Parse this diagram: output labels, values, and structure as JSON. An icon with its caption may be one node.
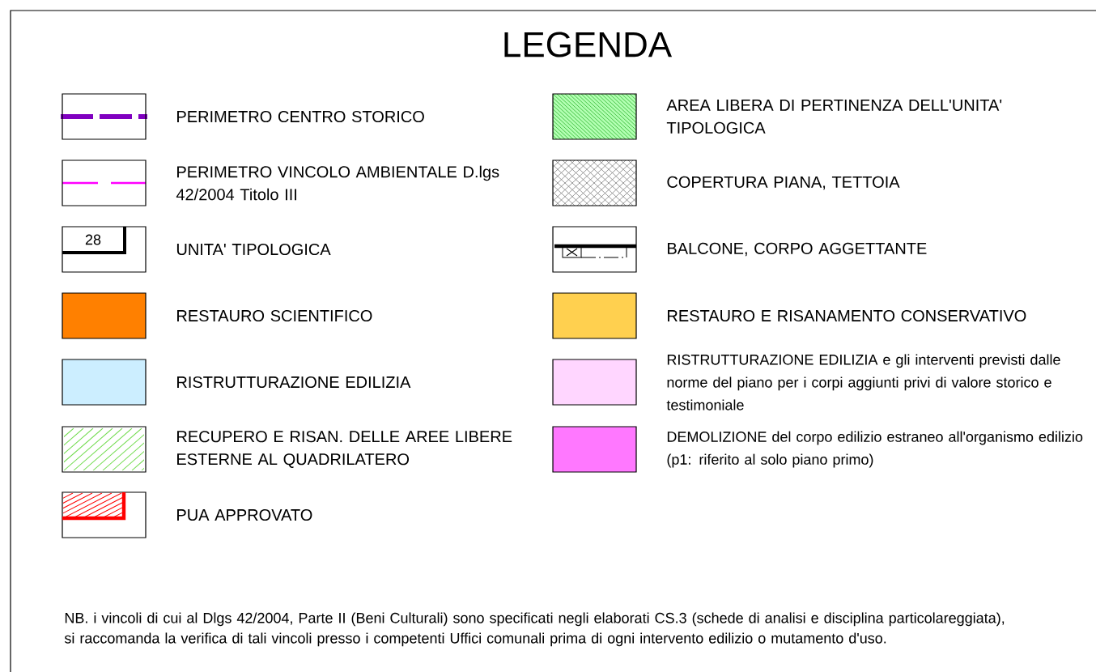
{
  "diagram": {
    "title": "LEGENDA",
    "legend": [
      {
        "text": "PERIMETRO CENTRO STORICO"
      },
      {
        "text": "PERIMETRO VINCOLO AMBIENTALE D.lgs 42/2004 Titolo III"
      },
      {
        "text": "UNITA' TIPOLOGICA"
      },
      {
        "text": "RESTAURO SCIENTIFICO",
        "color": "#ff8000"
      },
      {
        "text": "RISTRUTTURAZIONE EDILIZIA",
        "color": "#cceeff"
      },
      {
        "text": "RECUPERO E RISAN. DELLE AREE LIBERE ESTERNE AL QUADRILATERO"
      },
      {
        "text": "PUA APPROVATO"
      },
      {
        "text": "AREA LIBERA DI PERTINENZA DELL'UNITA' TIPOLOGICA"
      },
      {
        "text": "COPERTURA PIANA, TETTOIA"
      },
      {
        "text": "BALCONE, CORPO AGGETTANTE"
      },
      {
        "text": "RESTAURO E RISANAMENTO CONSERVATIVO",
        "color": "#ffd04f"
      },
      {
        "text": "RISTRUTTURAZIONE EDILIZIA e gli interventi previsti dalle norme del piano per i corpi aggiunti privi di valore storico e testimoniale",
        "color": "#ffd6ff"
      },
      {
        "text": "DEMOLIZIONE del corpo edilizio estraneo all'organismo edilizio (p1: riferito al solo piano primo)",
        "color": "#ff78ff"
      }
    ],
    "labels": [
      "28",
      "NB. i vincoli di cui al Dlgs 42/2004, Parte II (Beni Culturali) sono specificati negli elaborati CS.3 (schede di analisi e disciplina particolareggiata), si raccomanda la verifica di tali vincoli presso i competenti Uffici comunali prima di ogni intervento edilizio o mutamento d'uso."
    ]
  }
}
